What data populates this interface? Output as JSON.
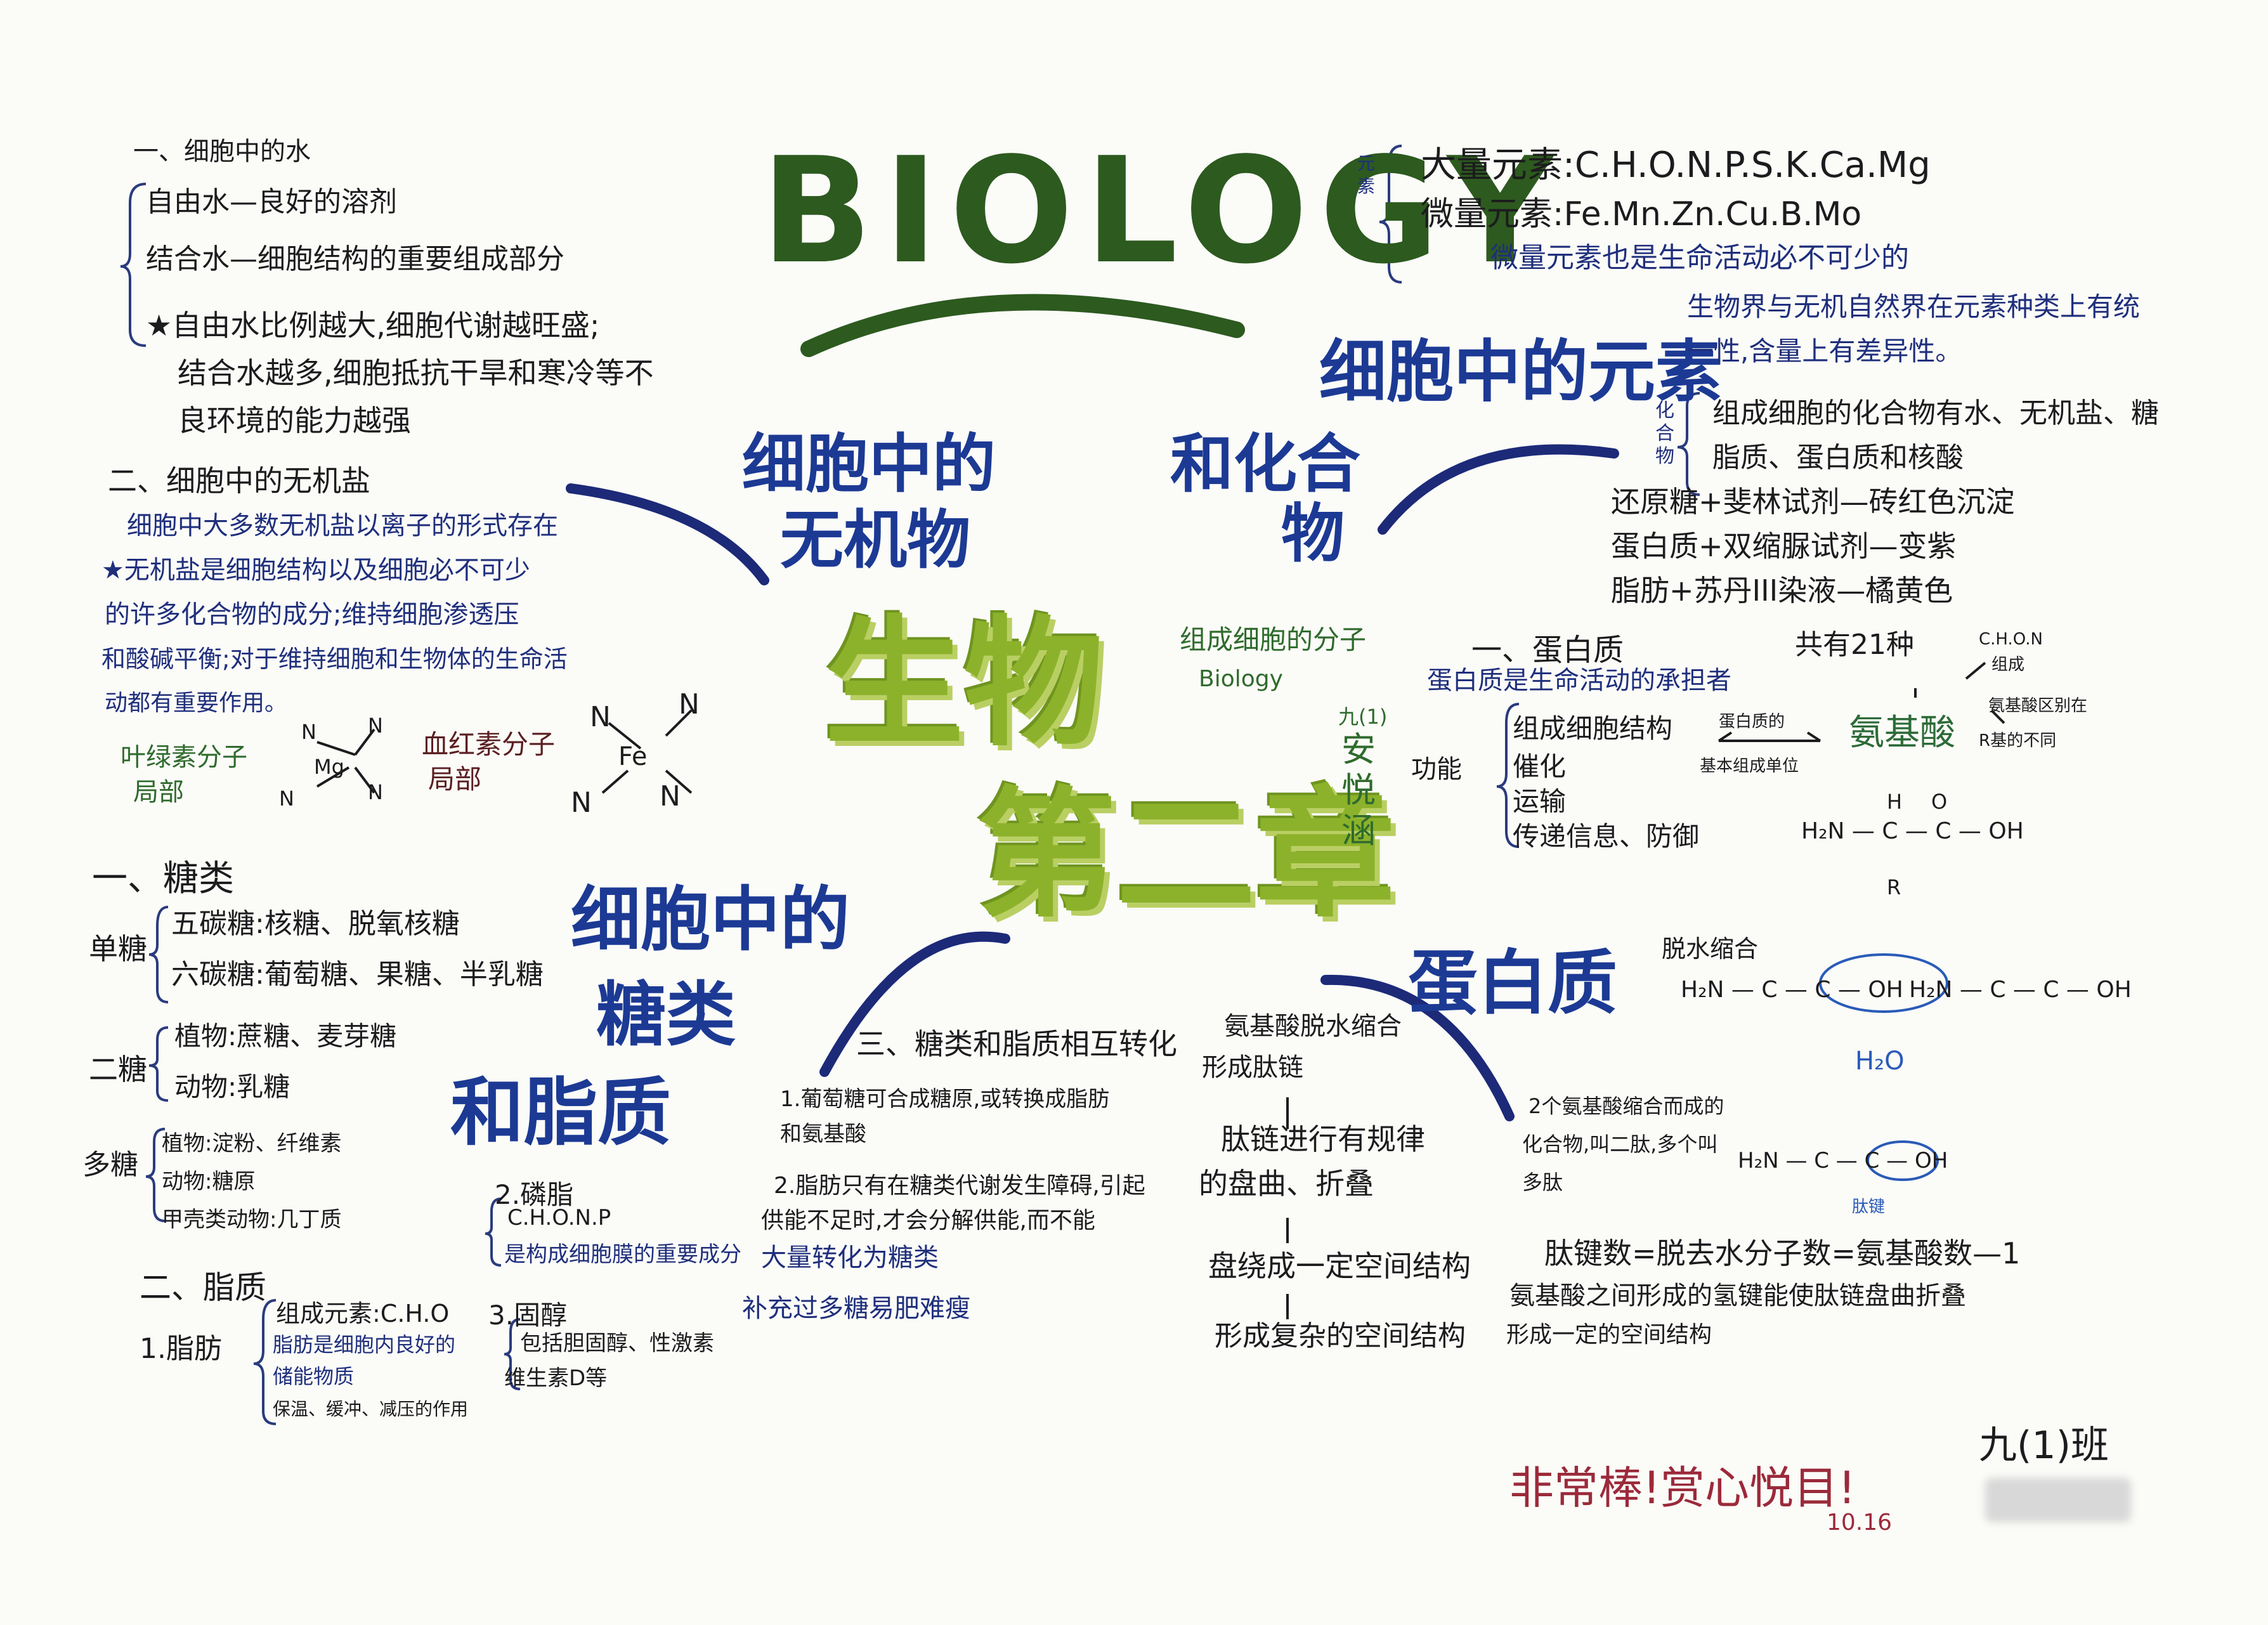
{
  "header": {
    "title": "BIOLOGY",
    "center_title_line1": "生物",
    "center_title_line2": "第二章",
    "subtitle": "组成细胞的分子",
    "subtitle_en": "Biology",
    "author_class": "九(1)",
    "author_name": "安悦涵"
  },
  "branches": {
    "inorganic": [
      "细胞中的",
      "无机物"
    ],
    "elements": [
      "细胞中的元素",
      "和化合",
      "物"
    ],
    "sugar_lipid": [
      "细胞中的",
      "糖类",
      "和脂质"
    ],
    "protein": "蛋白质"
  },
  "water": {
    "heading": "一、细胞中的水",
    "free": "自由水—良好的溶剂",
    "bound": "结合水—细胞结构的重要组成部分",
    "note1": "★自由水比例越大,细胞代谢越旺盛;",
    "note2": "结合水越多,细胞抵抗干旱和寒冷等不",
    "note3": "良环境的能力越强"
  },
  "salts": {
    "heading": "二、细胞中的无机盐",
    "l1": "细胞中大多数无机盐以离子的形式存在",
    "l2": "★无机盐是细胞结构以及细胞必不可少",
    "l3": "的许多化合物的成分;维持细胞渗透压",
    "l4": "和酸碱平衡;对于维持细胞和生物体的生命活",
    "l5": "动都有重要作用。",
    "chl_label": [
      "叶绿素分子",
      "局部"
    ],
    "chl_center": "Mg",
    "hb_label": [
      "血红素分子",
      "局部"
    ],
    "hb_center": "Fe",
    "n": "N"
  },
  "elements": {
    "side_label": "元素",
    "macro": "大量元素:C.H.O.N.P.S.K.Ca.Mg",
    "micro": "微量元素:Fe.Mn.Zn.Cu.B.Mo",
    "micro_note": "微量元素也是生命活动必不可少的",
    "unity1": "生物界与无机自然界在元素种类上有统",
    "unity2": "一性,含量上有差异性。",
    "compound_label": "化合物",
    "comp1": "组成细胞的化合物有水、无机盐、糖",
    "comp2": "脂质、蛋白质和核酸",
    "test1": "还原糖+斐林试剂—砖红色沉淀",
    "test2": "蛋白质+双缩脲试剂—变紫",
    "test3": "脂肪+苏丹III染液—橘黄色"
  },
  "protein": {
    "heading": "一、蛋白质",
    "sub": "蛋白质是生命活动的承担者",
    "func_label": "功能",
    "funcs": [
      "组成细胞结构",
      "催化",
      "运输",
      "传递信息、防御"
    ],
    "arrow_note": [
      "蛋白质的",
      "基本组成单位"
    ],
    "kinds": "共有21种",
    "amino": "氨基酸",
    "choN": "C.H.O.N",
    "choN_sub": "组成",
    "common": [
      "氨基酸区别在",
      "R基的不同"
    ],
    "formula": [
      "H",
      "O",
      "H₂N — C — C — OH",
      "R"
    ],
    "dehydration": "脱水缩合",
    "water": "H₂O",
    "peptide": "肽键",
    "dipeptide": [
      "2个氨基酸缩合而成的",
      "化合物,叫二肽,多个叫",
      "多肽"
    ],
    "flow": [
      "氨基酸脱水缩合",
      "形成肽链",
      "肽链进行有规律",
      "的盘曲、折叠",
      "盘绕成一定空间结构",
      "形成复杂的空间结构"
    ],
    "calc": "肽键数=脱去水分子数=氨基酸数—1",
    "calc2": "氨基酸之间形成的氢键能使肽链盘曲折叠",
    "calc3": "形成一定的空间结构"
  },
  "sugars": {
    "heading": "一、糖类",
    "mono_label": "单糖",
    "mono": [
      "五碳糖:核糖、脱氧核糖",
      "六碳糖:葡萄糖、果糖、半乳糖"
    ],
    "di_label": "二糖",
    "di": [
      "植物:蔗糖、麦芽糖",
      "动物:乳糖"
    ],
    "poly_label": "多糖",
    "poly": [
      "植物:淀粉、纤维素",
      "动物:糖原",
      "甲壳类动物:几丁质"
    ]
  },
  "lipids": {
    "heading": "二、脂质",
    "fat": "1.脂肪",
    "fat_items": [
      "组成元素:C.H.O",
      "脂肪是细胞内良好的",
      "储能物质",
      "保温、缓冲、减压的作用"
    ],
    "phos": "2.磷脂",
    "phos_items": [
      "C.H.O.N.P",
      "是构成细胞膜的重要成分"
    ],
    "sterol": "3.固醇",
    "sterol_items": [
      "包括胆固醇、性激素",
      "维生素D等"
    ]
  },
  "convert": {
    "heading": "三、糖类和脂质相互转化",
    "p1a": "1.葡萄糖可合成糖原,或转换成脂肪",
    "p1b": "和氨基酸",
    "p2a": "2.脂肪只有在糖类代谢发生障碍,引起",
    "p2b": "供能不足时,才会分解供能,而不能",
    "p2c": "大量转化为糖类",
    "tip": "补充过多糖易肥难瘦"
  },
  "teacher": {
    "comment": "非常棒!赏心悦目!",
    "date": "10.16",
    "class": "九(1)班"
  }
}
